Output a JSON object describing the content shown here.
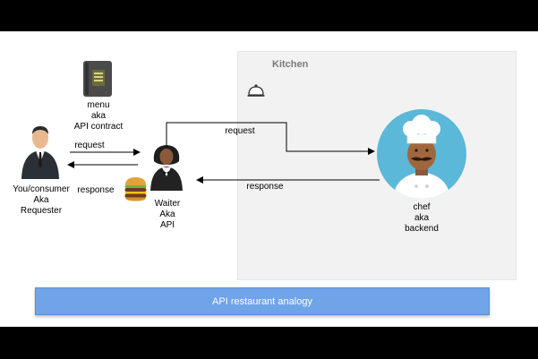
{
  "kitchen": {
    "title": "Kitchen"
  },
  "menu": {
    "label": "menu\naka\nAPI contract"
  },
  "consumer": {
    "label": "You/consumer\nAka\nRequester"
  },
  "waiter": {
    "label": "Waiter\nAka\nAPI"
  },
  "chef": {
    "label": "chef\naka\nbackend"
  },
  "arrows": {
    "consumer_request": "request",
    "consumer_response": "response",
    "waiter_request": "request",
    "waiter_response": "response"
  },
  "banner": {
    "text": "API restaurant analogy"
  },
  "colors": {
    "banner": "#6fa4e8",
    "chef_circle": "#5bb8d8",
    "kitchen_bg": "#f2f2f2"
  }
}
